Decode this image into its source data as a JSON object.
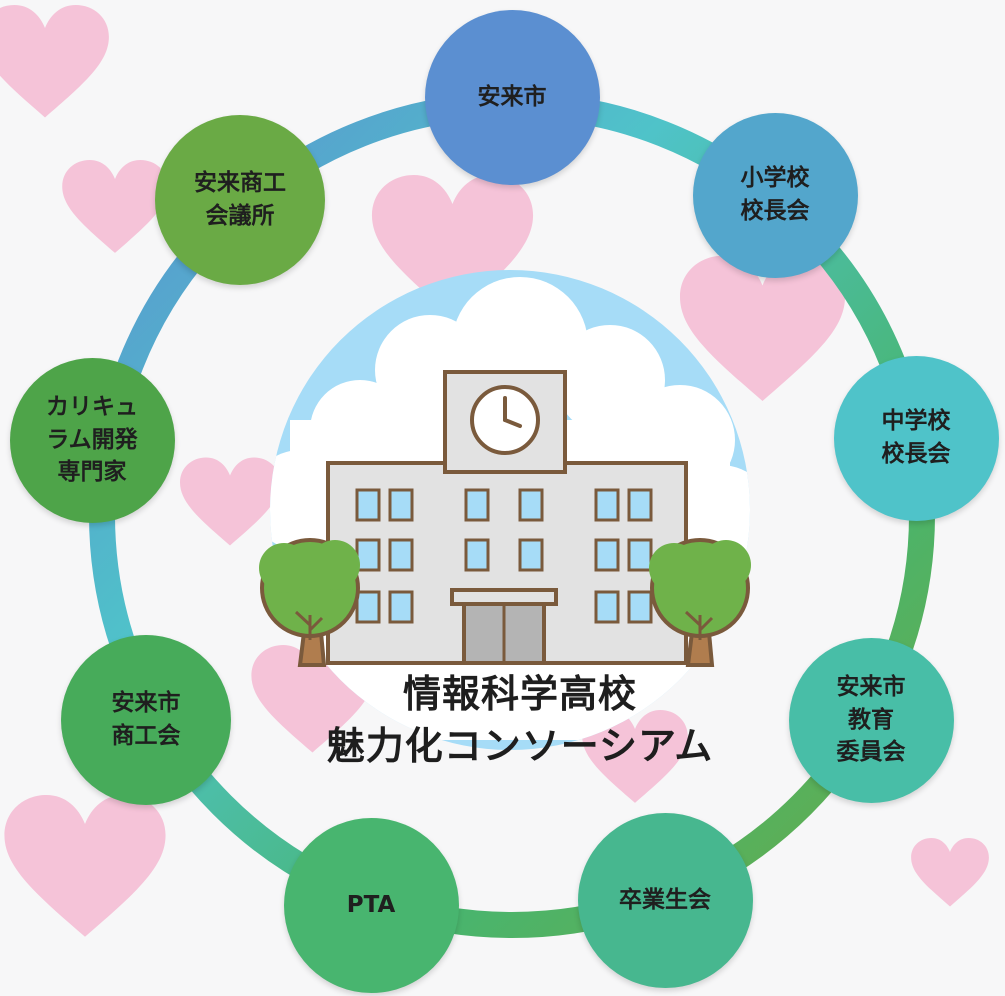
{
  "center": {
    "title_line1": "情報科学高校",
    "title_line2": "魅力化コンソーシアム",
    "icon": "school-building-icon"
  },
  "members": [
    {
      "id": "yasugi-city",
      "label": "安来市",
      "color": "#5b8fd1"
    },
    {
      "id": "elementary-principals",
      "label": "小学校\n校長会",
      "color": "#53a6cc"
    },
    {
      "id": "junior-high-principals",
      "label": "中学校\n校長会",
      "color": "#4fc3c9"
    },
    {
      "id": "board-of-education",
      "label": "安来市\n教育\n委員会",
      "color": "#48bea7"
    },
    {
      "id": "alumni-association",
      "label": "卒業生会",
      "color": "#47b78f"
    },
    {
      "id": "pta",
      "label": "PTA",
      "color": "#48b56f"
    },
    {
      "id": "commerce-association",
      "label": "安来市\n商工会",
      "color": "#47ab5a"
    },
    {
      "id": "curriculum-experts",
      "label": "カリキュ\nラム開発\n専門家",
      "color": "#4ea449"
    },
    {
      "id": "chamber-of-commerce",
      "label": "安来商工\n会議所",
      "color": "#6aaa45"
    }
  ],
  "decorations": {
    "heart_color": "#f5c3d8",
    "sky_color": "#a6dcf7",
    "ring_gradient": [
      "#5b8fd1",
      "#4fc3c9",
      "#48b56f",
      "#6aaa45"
    ]
  }
}
